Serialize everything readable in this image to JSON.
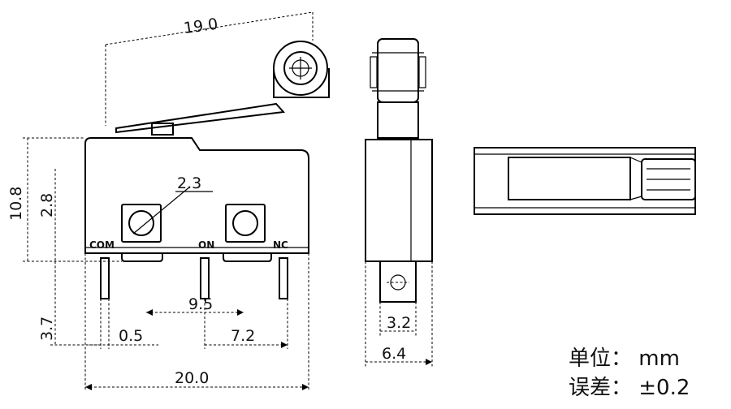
{
  "dimensions": {
    "lever_length": "19.0",
    "total_height": "10.8",
    "hole_offset": "2.8",
    "hole_diameter": "2.3",
    "pin_length": "3.7",
    "pin_spacing": "9.5",
    "pin_width": "0.5",
    "nc_offset": "7.2",
    "body_length": "20.0",
    "pin_width_side": "3.2",
    "body_thickness": "6.4"
  },
  "pins": {
    "com": "COM",
    "on": "ON",
    "nc": "NC"
  },
  "notes": {
    "unit": "单位： mm",
    "tolerance": "误差： ±0.2"
  }
}
